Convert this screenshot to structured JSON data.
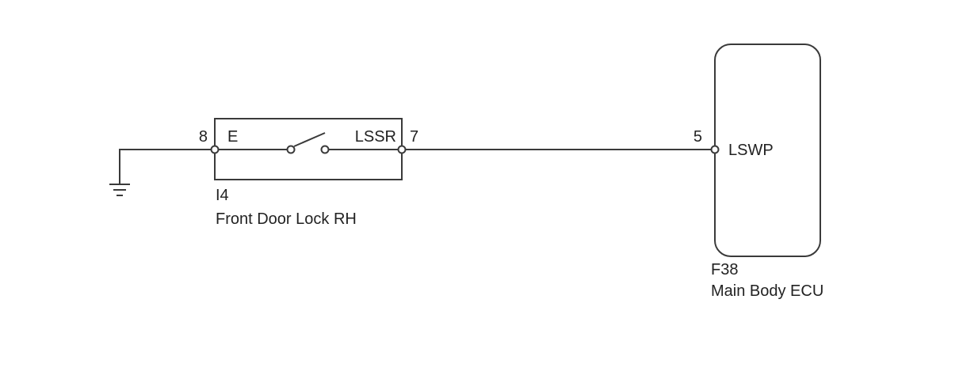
{
  "diagram": {
    "colors": {
      "line": "#3a3a3a",
      "text": "#222222",
      "background": "#ffffff"
    },
    "switch_component": {
      "code": "I4",
      "name": "Front Door Lock RH",
      "left_pin": {
        "number": "8",
        "label": "E"
      },
      "right_pin": {
        "number": "7",
        "label": "LSSR"
      },
      "switch_state": "open"
    },
    "ecu_component": {
      "code": "F38",
      "name": "Main Body ECU",
      "pin": {
        "number": "5",
        "label": "LSWP"
      }
    },
    "ground": {
      "icon": "ground-icon"
    }
  }
}
